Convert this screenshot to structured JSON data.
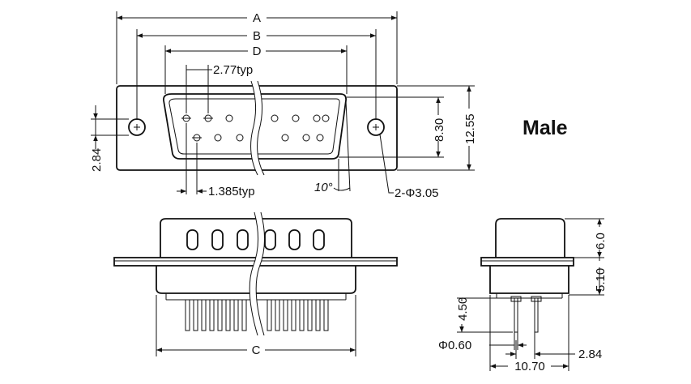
{
  "title": "Male",
  "top_view": {
    "dim_a": "A",
    "dim_b": "B",
    "dim_d": "D",
    "pin_pitch": "2.77typ",
    "row_offset": "1.385typ",
    "angle": "10°",
    "mount_hole": "2-Φ3.05",
    "hole_height": "2.84",
    "shell_height": "8.30",
    "flange_height": "12.55"
  },
  "front_view": {
    "dim_c": "C"
  },
  "side_view": {
    "shell_depth": "6.0",
    "body_depth": "5.10",
    "pin_length": "4.50",
    "pin_diameter": "Φ0.60",
    "row_spacing": "2.84",
    "overall_depth": "10.70"
  }
}
